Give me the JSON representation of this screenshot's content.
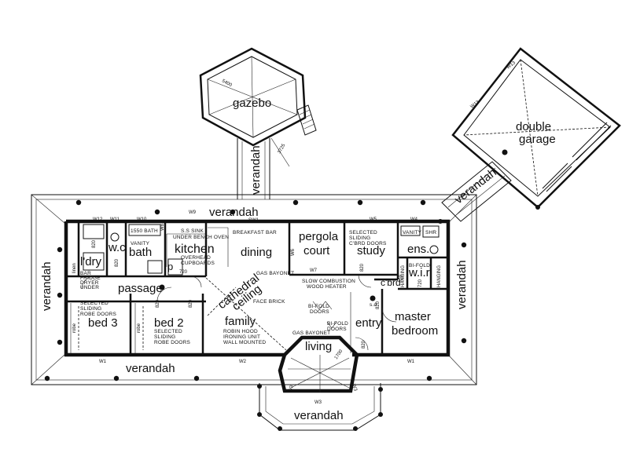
{
  "rooms": {
    "gazebo": "gazebo",
    "gazebo_dim": "5400",
    "verandah_north_link": "verandah",
    "dim_3725": "3725",
    "verandah_top": "verandah",
    "verandah_left": "verandah",
    "verandah_bottom": "verandah",
    "verandah_right": "verandah",
    "verandah_garage": "verandah",
    "verandah_front": "verandah",
    "double_garage_line1": "double",
    "double_garage_line2": "garage",
    "laundry": "l'dry",
    "wc": "w.c",
    "bath": "bath",
    "kitchen": "kitchen",
    "dining": "dining",
    "pergola_line1": "pergola",
    "pergola_line2": "court",
    "study": "study",
    "ensuite": "ens.",
    "wir": "w.i.r",
    "passage": "passage",
    "bed3": "bed 3",
    "bed2": "bed 2",
    "family": "family",
    "cathedral_line1": "cathedral",
    "cathedral_line2": "ceiling",
    "living": "living",
    "entry": "entry",
    "master_line1": "master",
    "master_line2": "bedroom",
    "cbrd": "c'brd",
    "p": "p",
    "linen": "linen",
    "robe_left": "robe",
    "robe_mid": "robe",
    "hanging_1": "HANGING",
    "hanging_2": "HANGING"
  },
  "notes": {
    "ss_sink": "S.S SINK",
    "under_bench_oven": "UNDER BENCH OVEN",
    "overhead_cupboards_1": "OVERHEAD",
    "overhead_cupboards_2": "CUPBOARDS",
    "breakfast_bar": "BREAKFAST BAR",
    "gas_bayonet_1": "GAS BAYONET",
    "gas_bayonet_2": "GAS BAYONET",
    "slow_combustion_1": "SLOW COMBUSTION",
    "slow_combustion_2": "WOOD HEATER",
    "face_brick": "FACE BRICK",
    "bifold_doors_1a": "BI-FOLD",
    "bifold_doors_1b": "DOORS",
    "bifold_doors_2a": "BI-FOLD",
    "bifold_doors_2b": "DOORS",
    "study_doors_1": "SELECTED",
    "study_doors_2": "SLIDING",
    "study_doors_3": "C'BRD DOORS",
    "bed3_doors_1": "SELECTED",
    "bed3_doors_2": "SLIDING",
    "bed3_doors_3": "ROBE DOORS",
    "bed2_doors_1": "SELECTED",
    "bed2_doors_2": "SLIDING",
    "bed2_doors_3": "ROBE DOORS",
    "family_unit_1": "ROBIN HOOD",
    "family_unit_2": "IRONING UNIT",
    "family_unit_3": "WALL MOUNTED",
    "bar_fridge_1": "BAR",
    "bar_fridge_2": "FRIDGE",
    "bar_fridge_3": "DRYER",
    "bar_fridge_4": "UNDER",
    "vanity_1": "VANITY",
    "vanity_2": "VANITY",
    "bath_label": "1550 BATH",
    "shr": "SHR",
    "bi_fold_wir": "BI-FOLD",
    "sd": "s.d",
    "dim_1700": "1700"
  },
  "windows": {
    "w1_a": "W1",
    "w1_b": "W1",
    "w2": "W2",
    "w3_a": "W3",
    "w3_b": "W3",
    "w3_c": "W3",
    "w4": "W4",
    "w5": "W5",
    "w6": "W6",
    "w7": "W7",
    "w8": "W8",
    "w9": "W9",
    "w10": "W10",
    "w11": "W11",
    "w12": "W12",
    "w13_a": "W13",
    "w13_b": "W13",
    "sw1": "SW1"
  },
  "door_sizes": {
    "d_820_a": "820",
    "d_820_b": "820",
    "d_820_c": "820",
    "d_820_d": "820",
    "d_820_e": "820",
    "d_820_f": "820",
    "d_820_g": "820",
    "d_720_a": "720",
    "d_720_b": "720",
    "d_720_c": "720"
  }
}
